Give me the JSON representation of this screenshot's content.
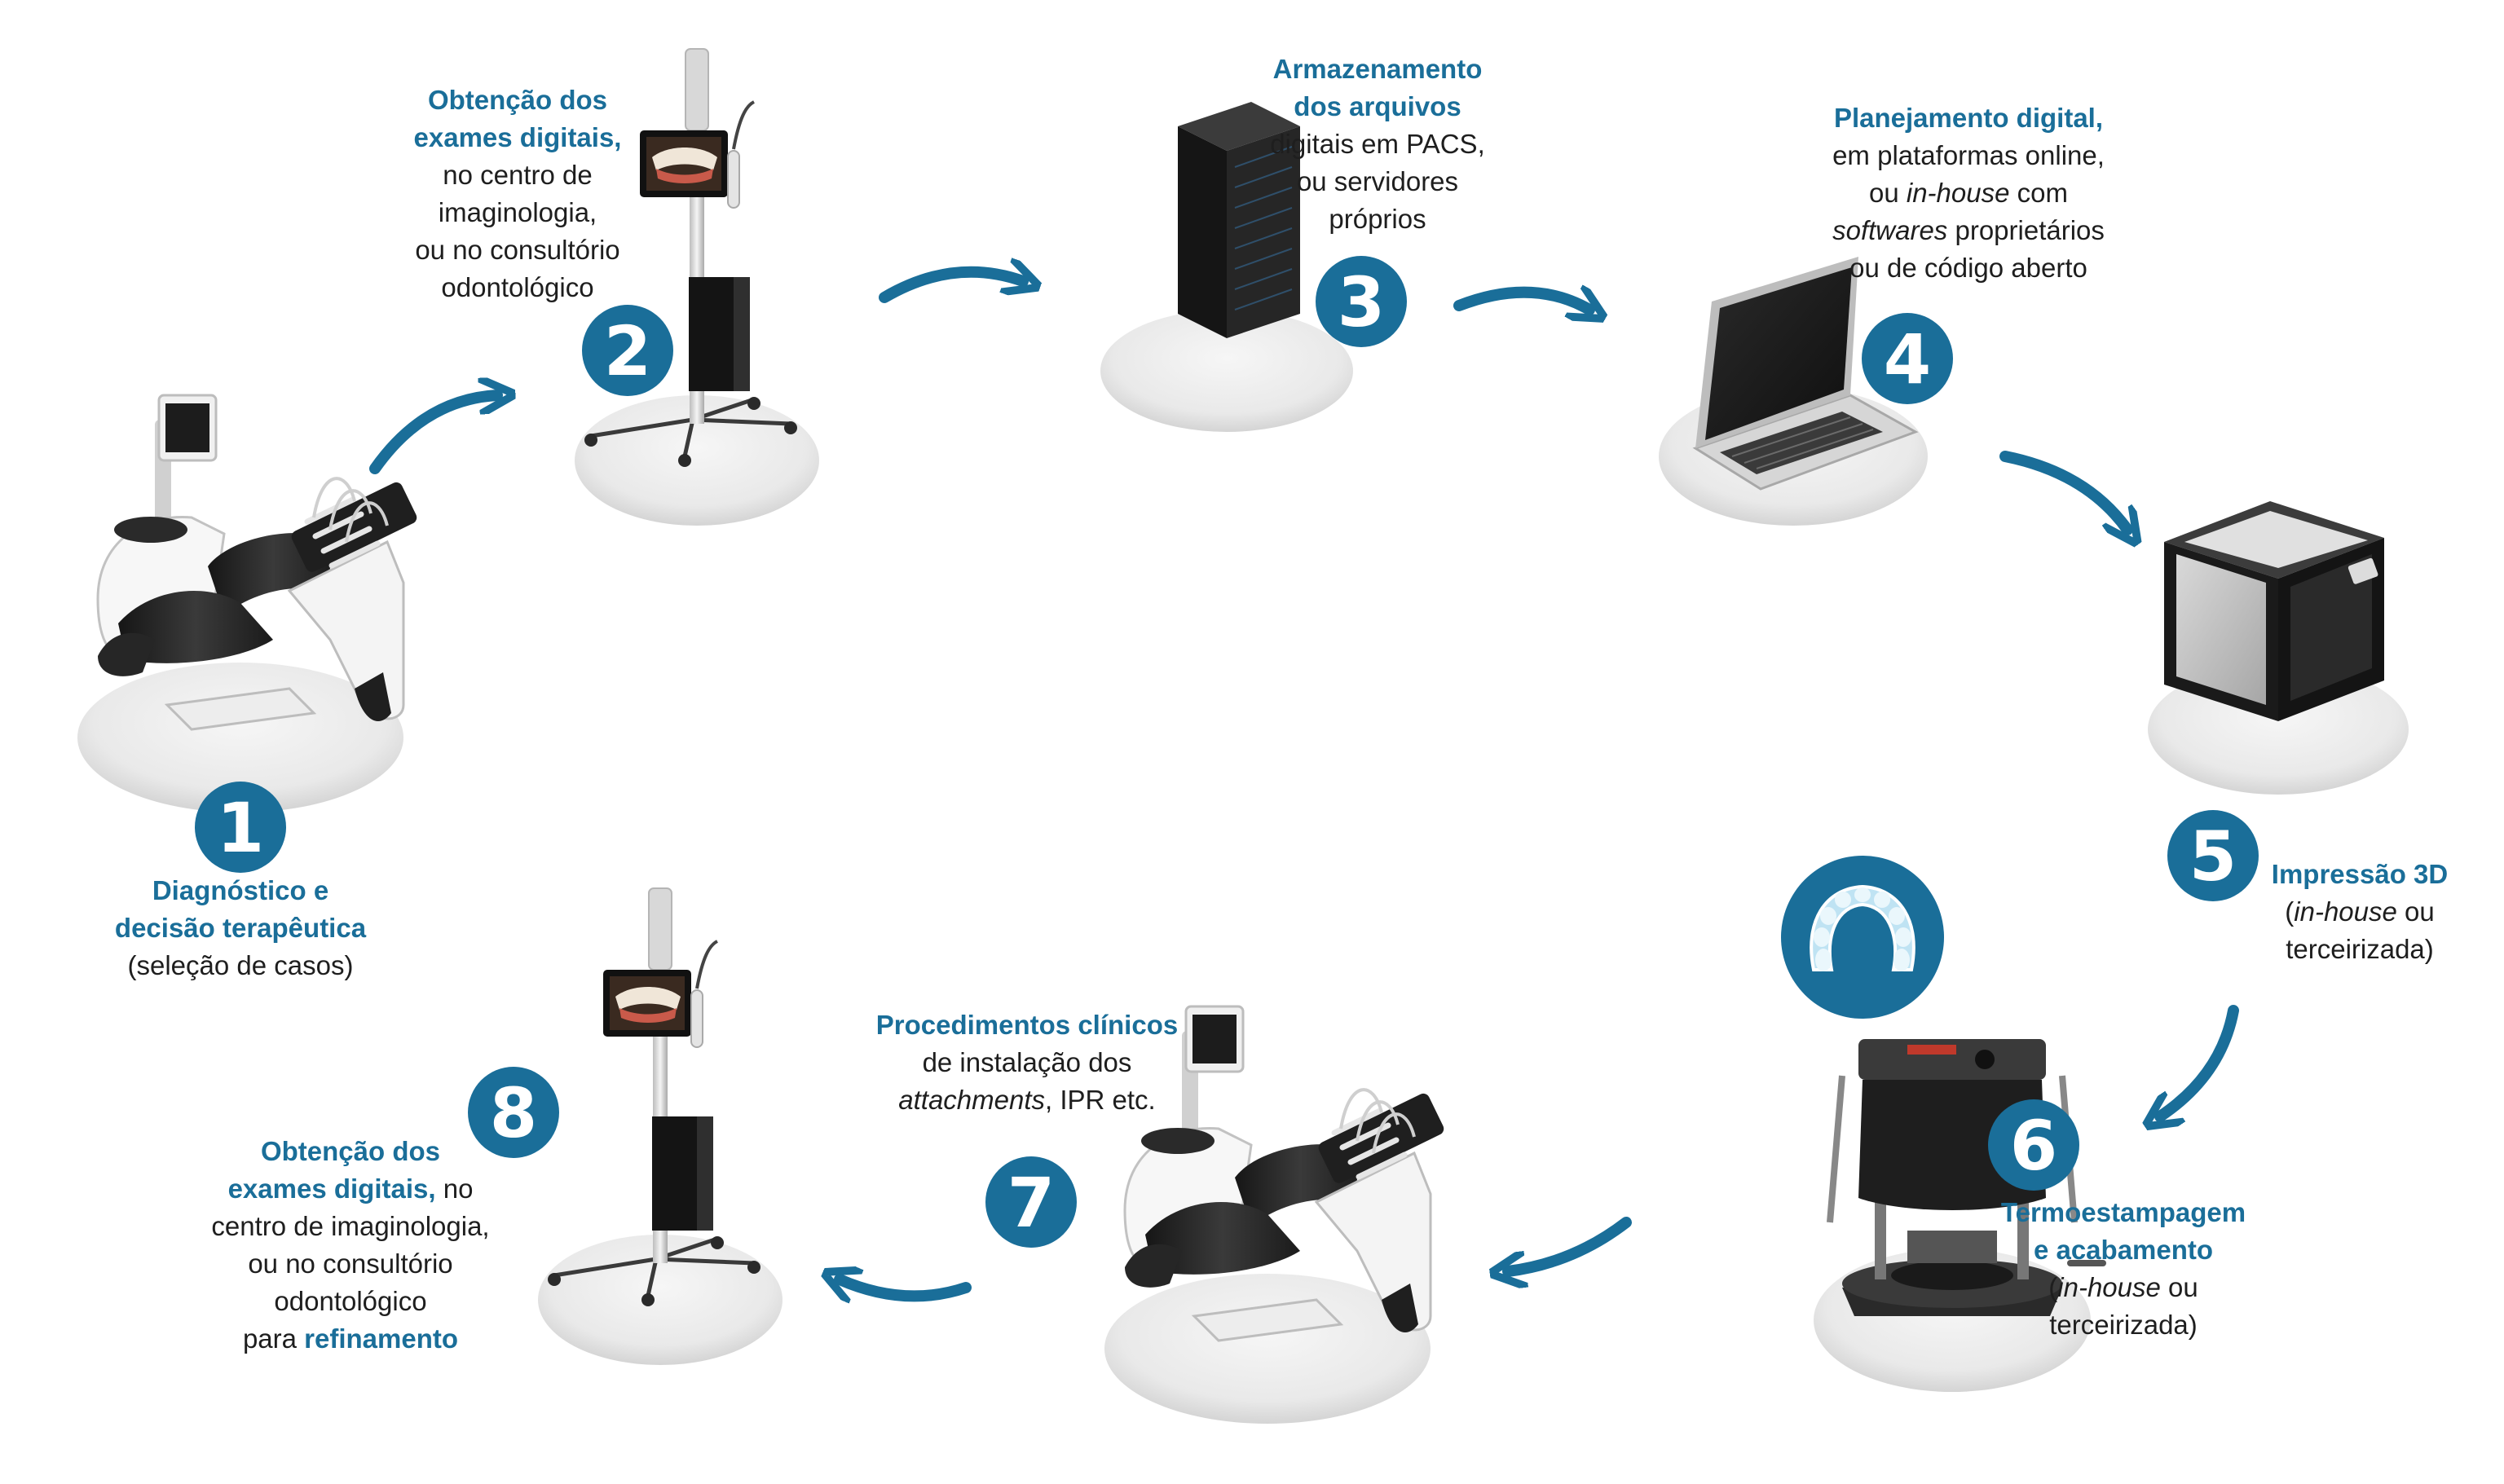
{
  "colors": {
    "accent": "#1a6e99",
    "badge": "#1a6e99",
    "text": "#1e1e1e",
    "disc": "#eeeeee"
  },
  "steps": [
    {
      "number": "1",
      "icon": "dental-chair-icon",
      "lines": [
        [
          {
            "t": "Diagnóstico e",
            "s": "bold"
          }
        ],
        [
          {
            "t": "decisão terapêutica",
            "s": "bold"
          }
        ],
        [
          {
            "t": "(seleção de casos)",
            "s": "normal"
          }
        ]
      ]
    },
    {
      "number": "2",
      "icon": "intraoral-scanner-cart-icon",
      "lines": [
        [
          {
            "t": "Obtenção dos",
            "s": "bold"
          }
        ],
        [
          {
            "t": "exames digitais,",
            "s": "bold"
          }
        ],
        [
          {
            "t": "no centro de",
            "s": "normal"
          }
        ],
        [
          {
            "t": "imaginologia,",
            "s": "normal"
          }
        ],
        [
          {
            "t": "ou no consultório",
            "s": "normal"
          }
        ],
        [
          {
            "t": "odontológico",
            "s": "normal"
          }
        ]
      ]
    },
    {
      "number": "3",
      "icon": "server-rack-icon",
      "lines": [
        [
          {
            "t": "Armazenamento",
            "s": "bold"
          }
        ],
        [
          {
            "t": "dos arquivos",
            "s": "bold"
          }
        ],
        [
          {
            "t": "digitais em PACS,",
            "s": "normal"
          }
        ],
        [
          {
            "t": "ou servidores",
            "s": "normal"
          }
        ],
        [
          {
            "t": "próprios",
            "s": "normal"
          }
        ]
      ]
    },
    {
      "number": "4",
      "icon": "laptop-icon",
      "lines": [
        [
          {
            "t": "Planejamento digital,",
            "s": "bold"
          }
        ],
        [
          {
            "t": "em plataformas online,",
            "s": "normal"
          }
        ],
        [
          {
            "t": "ou ",
            "s": "normal"
          },
          {
            "t": "in-house",
            "s": "italic"
          },
          {
            "t": " com",
            "s": "normal"
          }
        ],
        [
          {
            "t": "softwares",
            "s": "italic"
          },
          {
            "t": " proprietários",
            "s": "normal"
          }
        ],
        [
          {
            "t": "ou de código aberto",
            "s": "normal"
          }
        ]
      ]
    },
    {
      "number": "5",
      "icon": "3d-printer-icon",
      "lines": [
        [
          {
            "t": "Impressão 3D",
            "s": "bold"
          }
        ],
        [
          {
            "t": "(",
            "s": "normal"
          },
          {
            "t": "in-house",
            "s": "italic"
          },
          {
            "t": " ou",
            "s": "normal"
          }
        ],
        [
          {
            "t": "terceirizada)",
            "s": "normal"
          }
        ]
      ]
    },
    {
      "number": "6",
      "icon": "thermoforming-machine-icon",
      "lines": [
        [
          {
            "t": "Termoestampagem",
            "s": "bold"
          }
        ],
        [
          {
            "t": "e acabamento",
            "s": "bold"
          }
        ],
        [
          {
            "t": "(",
            "s": "normal"
          },
          {
            "t": "in-house",
            "s": "italic"
          },
          {
            "t": " ou",
            "s": "normal"
          }
        ],
        [
          {
            "t": "terceirizada)",
            "s": "normal"
          }
        ]
      ]
    },
    {
      "number": "7",
      "icon": "dental-chair-icon",
      "lines": [
        [
          {
            "t": "Procedimentos clínicos",
            "s": "bold"
          }
        ],
        [
          {
            "t": "de instalação dos",
            "s": "normal"
          }
        ],
        [
          {
            "t": "attachments",
            "s": "italic"
          },
          {
            "t": ", IPR etc.",
            "s": "normal"
          }
        ]
      ]
    },
    {
      "number": "8",
      "icon": "intraoral-scanner-cart-icon",
      "lines": [
        [
          {
            "t": "Obtenção dos",
            "s": "bold"
          }
        ],
        [
          {
            "t": "exames digitais,",
            "s": "bold"
          },
          {
            "t": " no",
            "s": "normal"
          }
        ],
        [
          {
            "t": "centro de imaginologia,",
            "s": "normal"
          }
        ],
        [
          {
            "t": "ou no consultório",
            "s": "normal"
          }
        ],
        [
          {
            "t": "odontológico",
            "s": "normal"
          }
        ],
        [
          {
            "t": "para ",
            "s": "normal"
          },
          {
            "t": "refinamento",
            "s": "bold"
          }
        ]
      ]
    }
  ],
  "aligner_icon": "clear-aligner-icon",
  "arrow_icon": "curved-arrow-icon"
}
